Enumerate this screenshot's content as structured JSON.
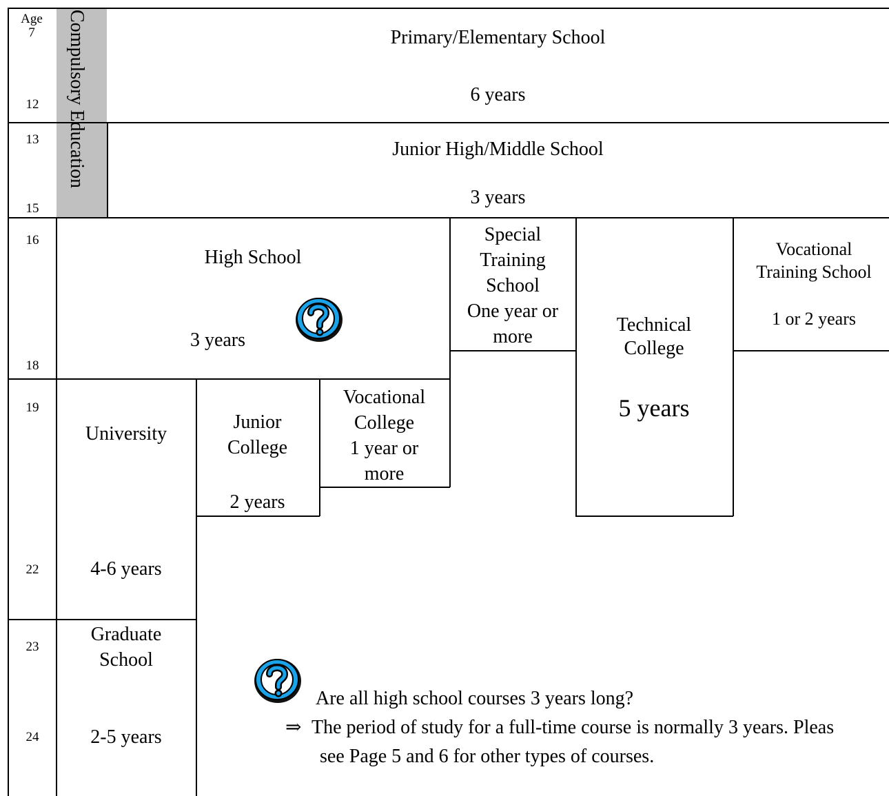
{
  "age_column": {
    "header": "Age",
    "ages": [
      "7",
      "12",
      "13",
      "15",
      "16",
      "18",
      "19",
      "22",
      "23",
      "24"
    ]
  },
  "compulsory_label": "Compulsory Education",
  "blocks": {
    "primary": {
      "name": "Primary/Elementary School",
      "duration": "6 years"
    },
    "junior_high": {
      "name": "Junior High/Middle School",
      "duration": "3 years"
    },
    "high_school": {
      "name": "High School",
      "duration": "3 years"
    },
    "special_training": {
      "name_lines": [
        "Special",
        "Training",
        "School"
      ],
      "duration_lines": [
        "One year or",
        "more"
      ]
    },
    "technical_college": {
      "name_lines": [
        "Technical",
        "College"
      ],
      "duration": "5 years"
    },
    "vocational_training": {
      "name_lines": [
        "Vocational",
        "Training School"
      ],
      "duration": "1 or 2 years"
    },
    "university": {
      "name": "University",
      "duration": "4-6 years"
    },
    "junior_college": {
      "name_lines": [
        "Junior",
        "College"
      ],
      "duration": "2 years"
    },
    "vocational_college": {
      "name_lines": [
        "Vocational",
        "College"
      ],
      "duration_lines": [
        "1 year or",
        "more"
      ]
    },
    "graduate_school": {
      "name_lines": [
        "Graduate",
        "School"
      ],
      "duration": "2-5 years"
    }
  },
  "faq": {
    "question": "Are all high school courses 3 years long?",
    "arrow": "⇒",
    "answer_line1": "The period of study for a full-time course is normally 3 years. Pleas",
    "answer_line2": "see Page 5 and 6 for other types of courses."
  },
  "icons": {
    "question_icon": "question-mark-circle-icon",
    "icon_color": "#1aa3e8"
  }
}
